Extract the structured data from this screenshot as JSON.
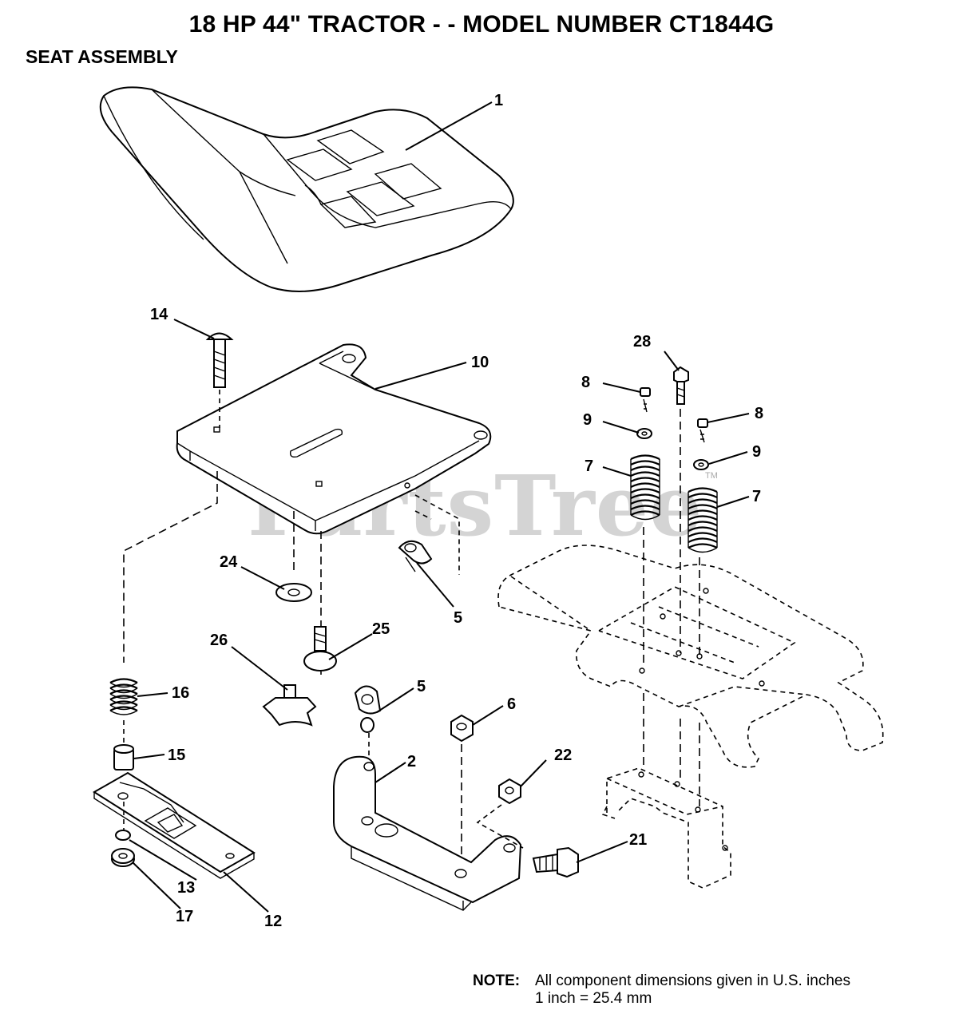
{
  "header": {
    "title": "18 HP 44\" TRACTOR - - MODEL NUMBER CT1844G",
    "subtitle": "SEAT ASSEMBLY"
  },
  "watermark": {
    "text": "PartsTree",
    "tm": "TM"
  },
  "callouts": {
    "c1": "1",
    "c2": "2",
    "c5a": "5",
    "c5b": "5",
    "c6": "6",
    "c7a": "7",
    "c7b": "7",
    "c8a": "8",
    "c8b": "8",
    "c9a": "9",
    "c9b": "9",
    "c10": "10",
    "c12": "12",
    "c13": "13",
    "c14": "14",
    "c15": "15",
    "c16": "16",
    "c17": "17",
    "c21": "21",
    "c22": "22",
    "c24": "24",
    "c25": "25",
    "c26": "26",
    "c28": "28"
  },
  "note": {
    "label": "NOTE:",
    "line1": "All component dimensions given in U.S. inches",
    "line2": "1 inch = 25.4 mm"
  }
}
